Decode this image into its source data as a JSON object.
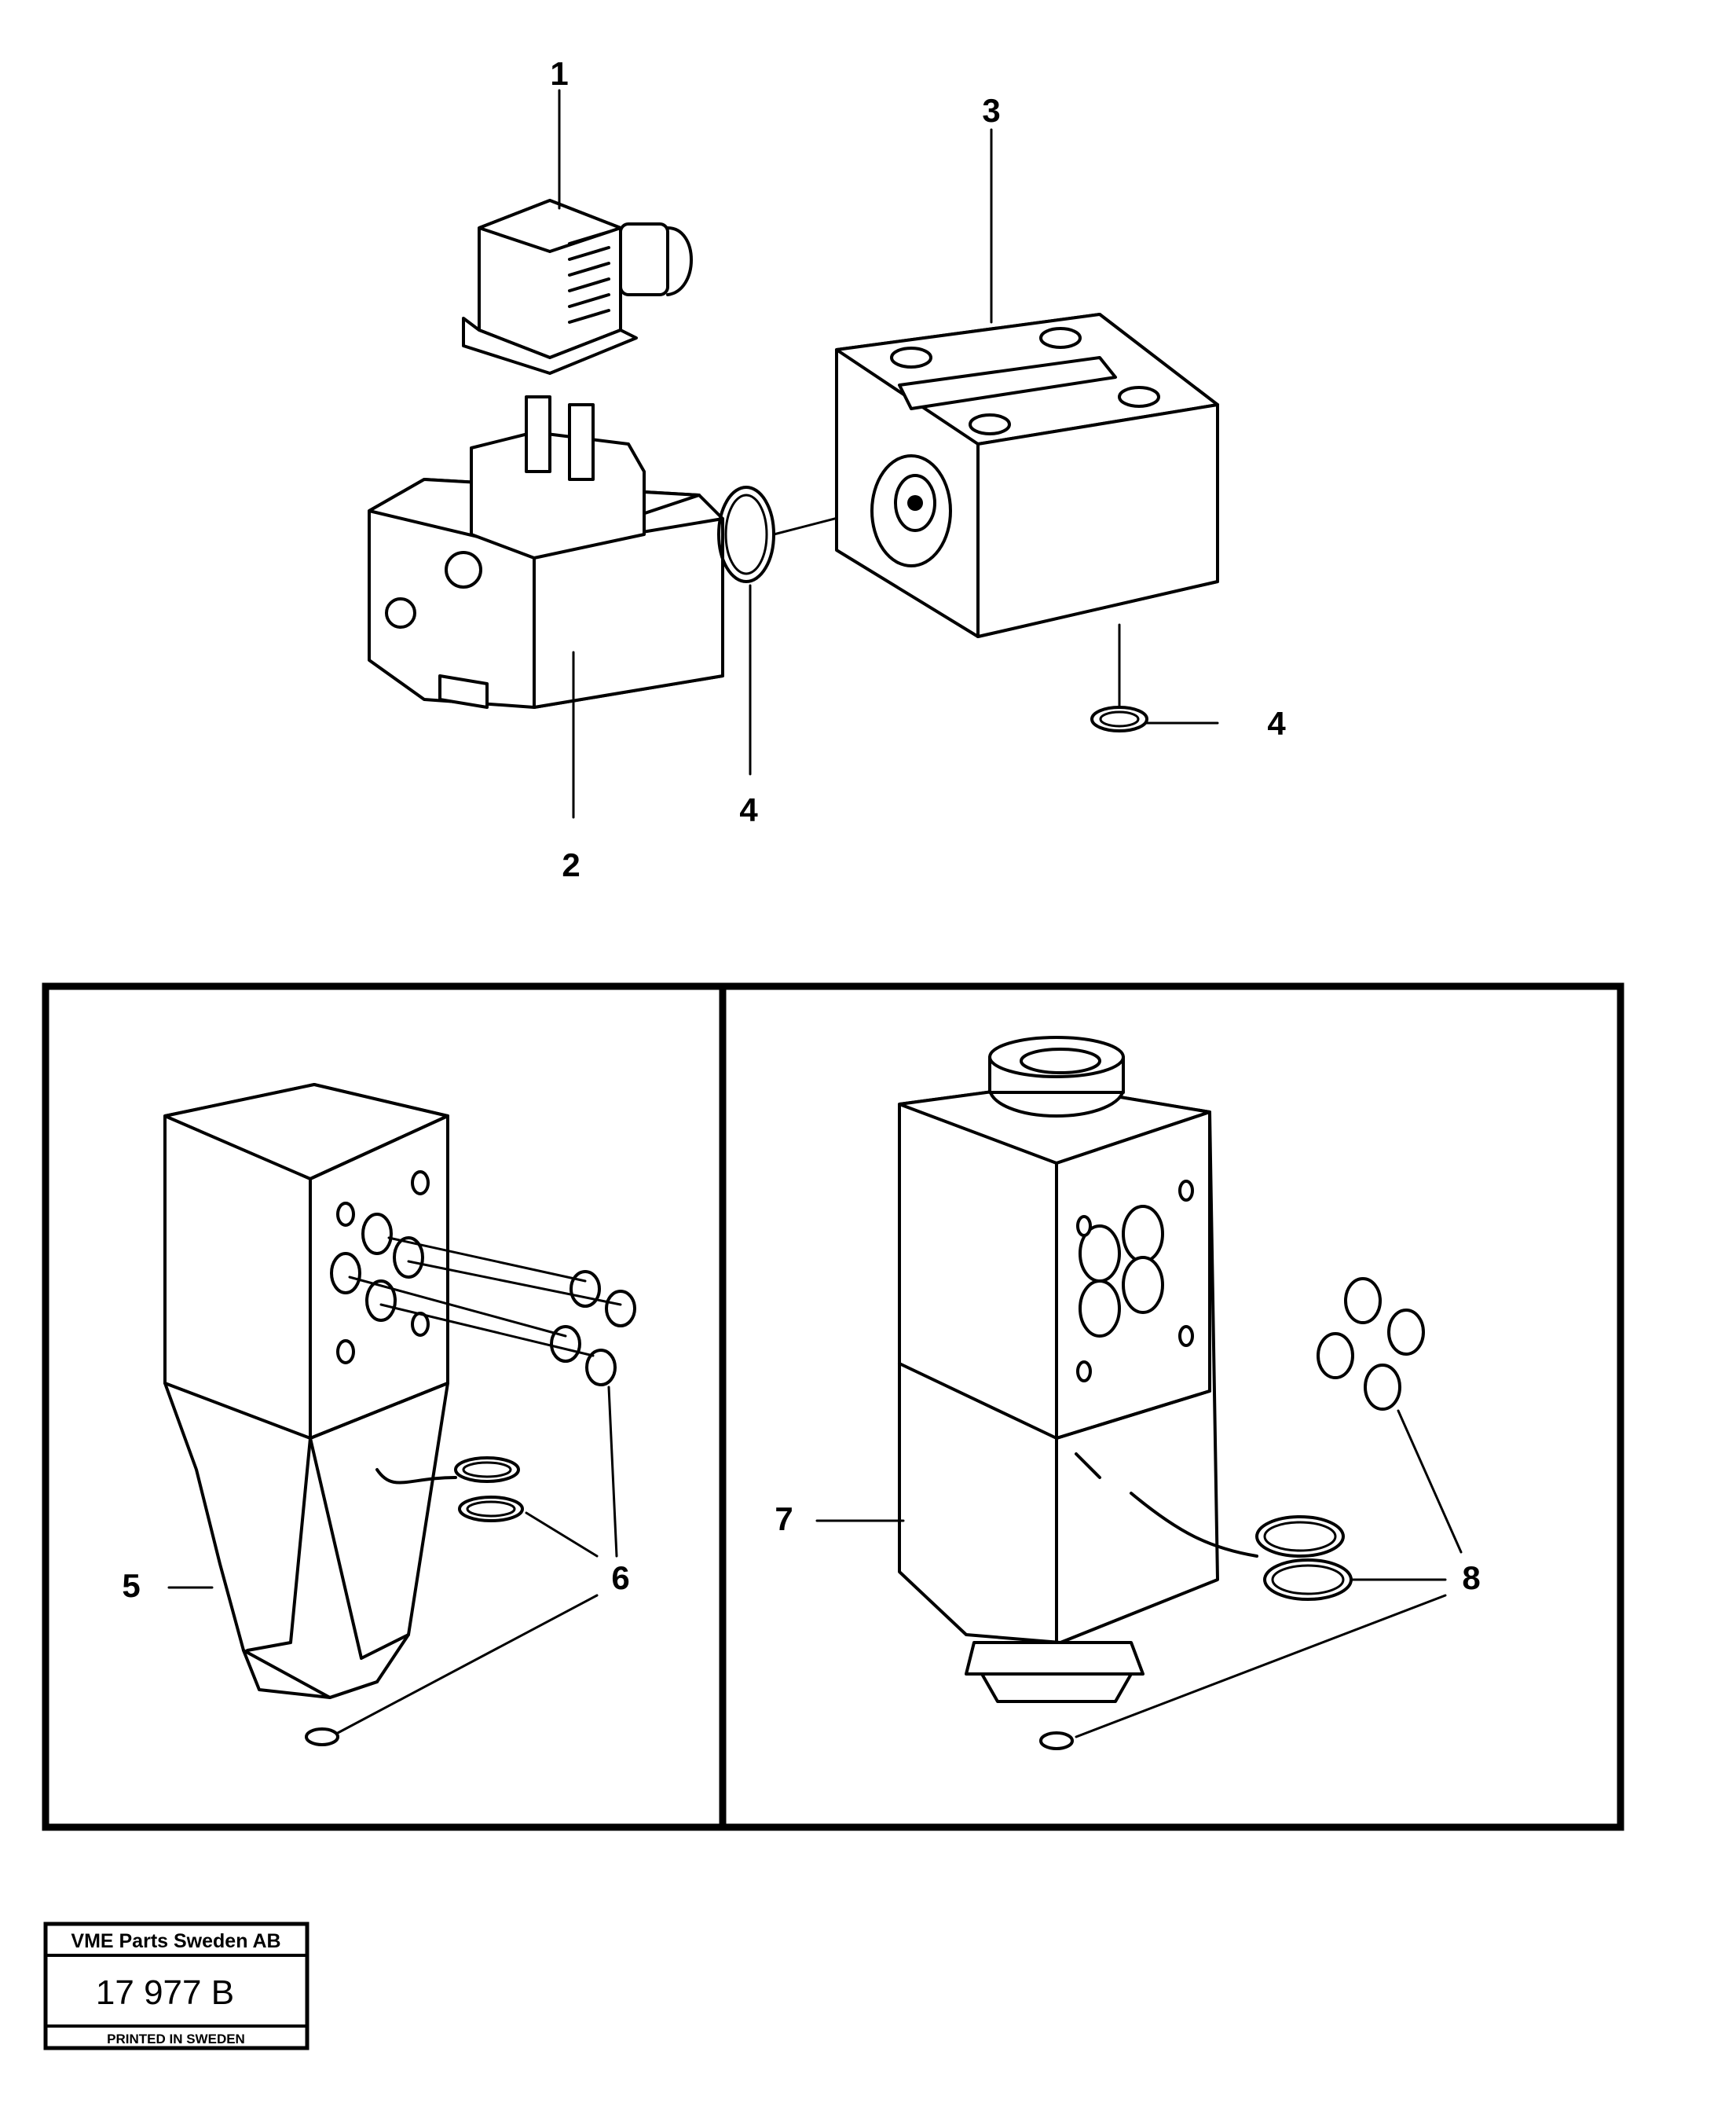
{
  "callouts": [
    "1",
    "2",
    "3",
    "4",
    "4",
    "5",
    "6",
    "7",
    "8"
  ],
  "title_block": {
    "company": "VME Parts Sweden AB",
    "drawing_number": "17 977 B",
    "printed": "PRINTED IN SWEDEN"
  },
  "icons": {
    "connector": "plug-connector-icon",
    "coil": "solenoid-coil-icon",
    "valve_block": "valve-block-icon",
    "o_ring": "o-ring-icon"
  }
}
